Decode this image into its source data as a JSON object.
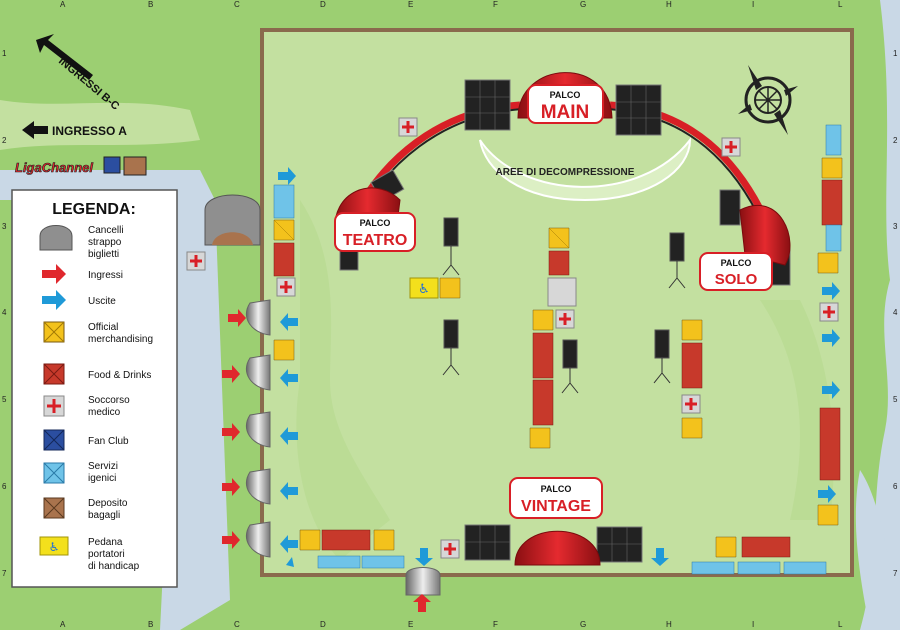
{
  "grid": {
    "columns": [
      "A",
      "B",
      "C",
      "D",
      "E",
      "F",
      "G",
      "H",
      "I",
      "L"
    ],
    "rows": [
      "1",
      "2",
      "3",
      "4",
      "5",
      "6",
      "7"
    ]
  },
  "entrances": {
    "ingressi_bc": "INGRESSI B-C",
    "ingresso_a": "INGRESSO A"
  },
  "logo": {
    "text": "LigaChannel"
  },
  "stages": {
    "main": {
      "small": "PALCO",
      "big": "MAIN"
    },
    "teatro": {
      "small": "PALCO",
      "big": "TEATRO"
    },
    "solo": {
      "small": "PALCO",
      "big": "SOLO"
    },
    "vintage": {
      "small": "PALCO",
      "big": "VINTAGE"
    }
  },
  "decompression": "AREE DI DECOMPRESSIONE",
  "legend": {
    "title": "LEGENDA:",
    "items": [
      {
        "label": "Cancelli\nstrappo\nbiglietti",
        "icon": "gate-icon"
      },
      {
        "label": "Ingressi",
        "icon": "red-arrow-icon"
      },
      {
        "label": "Uscite",
        "icon": "blue-arrow-icon"
      },
      {
        "label": "Official\nmerchandising",
        "icon": "merch-tent-icon"
      },
      {
        "label": "Food & Drinks",
        "icon": "food-tent-icon"
      },
      {
        "label": "Soccorso\nmedico",
        "icon": "medical-tent-icon"
      },
      {
        "label": "Fan Club",
        "icon": "fanclub-tent-icon"
      },
      {
        "label": "Servizi\nigenici",
        "icon": "toilet-tent-icon"
      },
      {
        "label": "Deposito\nbagagli",
        "icon": "luggage-tent-icon"
      },
      {
        "label": "Pedana\nportatori\ndi handicap",
        "icon": "wheelchair-icon"
      }
    ]
  },
  "colors": {
    "park": "#9ccf72",
    "field": "#c3e0a0",
    "path": "#c9d8e6",
    "fence": "#8a6a4d",
    "stage_red": "#d81f26",
    "entrance_red": "#e0282d",
    "exit_blue": "#1f9ad8",
    "merch_yellow": "#f3c21c",
    "food_red": "#c7392b",
    "fanclub_blue": "#2b4ea0",
    "toilet_blue": "#6fc3e8",
    "luggage_brown": "#a9734d"
  }
}
